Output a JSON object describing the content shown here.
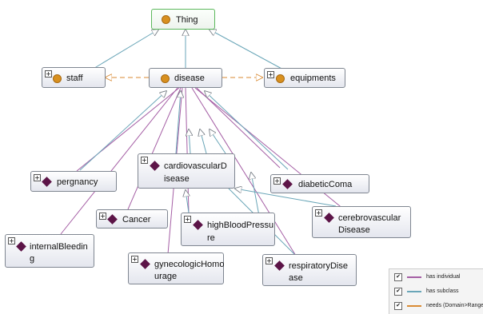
{
  "nodes": {
    "thing": "Thing",
    "staff": "staff",
    "disease": "disease",
    "equipments": "equipments",
    "pergnancy": "pergnancy",
    "cardio_l1": "cardiovascularD",
    "cardio_l2": "isease",
    "diabetic": "diabeticComa",
    "cancer": "Cancer",
    "hbp_l1": "highBloodPressu",
    "hbp_l2": "re",
    "cerebro_l1": "cerebrovascular",
    "cerebro_l2": "Disease",
    "internal_l1": "internalBleedin",
    "internal_l2": "g",
    "gyne_l1": "gynecologicHomo",
    "gyne_l2": "urage",
    "resp_l1": "respiratoryDise",
    "resp_l2": "ase"
  },
  "legend": {
    "has_individual": "has individual",
    "has_subclass": "has subclass",
    "needs": "needs (Domain>Range)",
    "colors": {
      "has_individual": "#a55fa5",
      "has_subclass": "#6aa6b8",
      "needs": "#d98a33"
    }
  }
}
